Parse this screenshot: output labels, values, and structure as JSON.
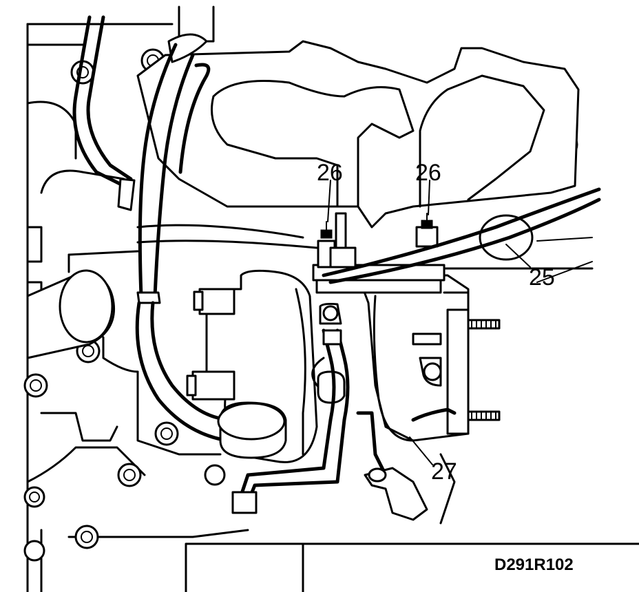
{
  "callouts": {
    "label_26_left": "26",
    "label_26_right": "26",
    "label_25": "25",
    "label_27": "27"
  },
  "figure_code": "D291R102"
}
